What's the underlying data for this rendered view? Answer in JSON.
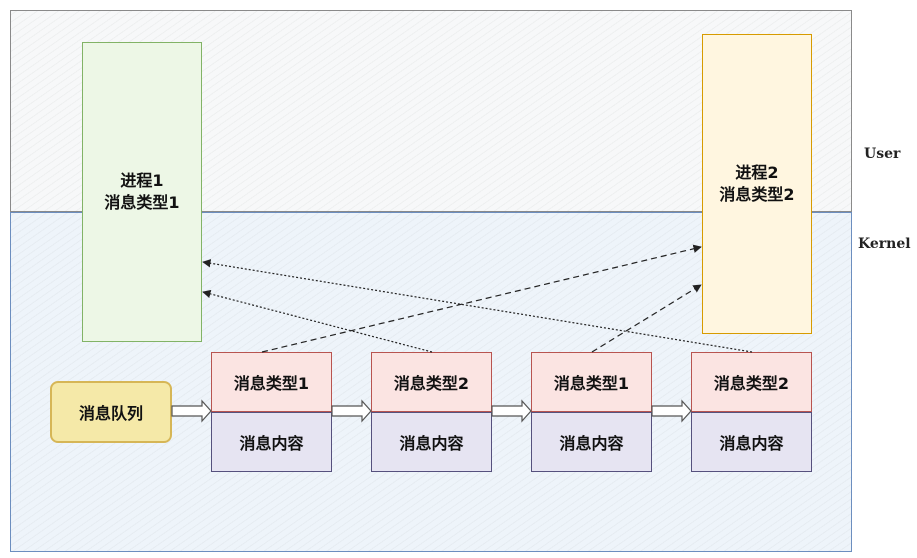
{
  "regions": {
    "user_label": "User",
    "kernel_label": "Kernel"
  },
  "process1": {
    "line1": "进程1",
    "line2": "消息类型1"
  },
  "process2": {
    "line1": "进程2",
    "line2": "消息类型2"
  },
  "queue_label": "消息队列",
  "messages": [
    {
      "type": "消息类型1",
      "content": "消息内容"
    },
    {
      "type": "消息类型2",
      "content": "消息内容"
    },
    {
      "type": "消息类型1",
      "content": "消息内容"
    },
    {
      "type": "消息类型2",
      "content": "消息内容"
    }
  ],
  "colors": {
    "process1_border": "#82b366",
    "process2_border": "#d79b00",
    "queue_border": "#d6b656",
    "type_border": "#b85450",
    "content_border": "#56517e",
    "kernel_border": "#6c8ebf"
  }
}
